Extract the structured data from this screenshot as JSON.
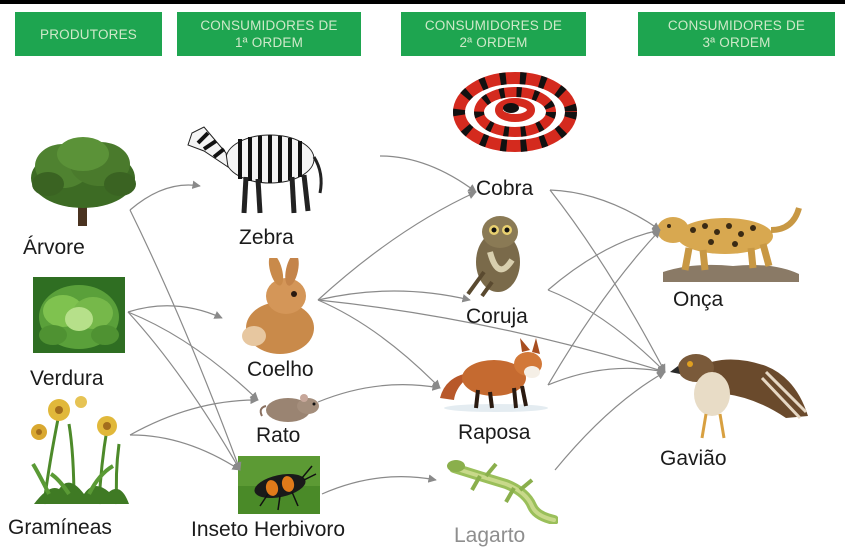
{
  "headers": {
    "produtores": "PRODUTORES",
    "primeira": "CONSUMIDORES DE\n1ª ORDEM",
    "segunda": "CONSUMIDORES DE\n2ª ORDEM",
    "terceira": "CONSUMIDORES DE\n3ª ORDEM"
  },
  "organisms": {
    "arvore": "Árvore",
    "verdura": "Verdura",
    "gramineas": "Gramíneas",
    "zebra": "Zebra",
    "coelho": "Coelho",
    "rato": "Rato",
    "inseto": "Inseto Herbivoro",
    "cobra": "Cobra",
    "coruja": "Coruja",
    "raposa": "Raposa",
    "lagarto": "Lagarto",
    "onca": "Onça",
    "gaviao": "Gavião"
  },
  "icons": {
    "arvore": "tree-icon",
    "verdura": "lettuce-icon",
    "gramineas": "flowering-grass-icon",
    "zebra": "zebra-icon",
    "coelho": "rabbit-icon",
    "rato": "rat-icon",
    "inseto": "beetle-icon",
    "cobra": "coral-snake-icon",
    "coruja": "owl-icon",
    "raposa": "fox-icon",
    "lagarto": "lizard-icon",
    "onca": "jaguar-icon",
    "gaviao": "hawk-icon"
  },
  "colors": {
    "header_bg": "#1ea550",
    "header_text": "#cfe9c9",
    "arrow": "#8a8a8a"
  },
  "edges": [
    [
      "arvore",
      "zebra"
    ],
    [
      "arvore",
      "inseto"
    ],
    [
      "verdura",
      "coelho"
    ],
    [
      "verdura",
      "rato"
    ],
    [
      "verdura",
      "inseto"
    ],
    [
      "gramineas",
      "rato"
    ],
    [
      "gramineas",
      "inseto"
    ],
    [
      "zebra",
      "cobra"
    ],
    [
      "coelho",
      "cobra"
    ],
    [
      "coelho",
      "coruja"
    ],
    [
      "coelho",
      "raposa"
    ],
    [
      "coelho",
      "gaviao"
    ],
    [
      "rato",
      "raposa"
    ],
    [
      "inseto",
      "lagarto"
    ],
    [
      "cobra",
      "onca"
    ],
    [
      "cobra",
      "gaviao"
    ],
    [
      "coruja",
      "onca"
    ],
    [
      "coruja",
      "gaviao"
    ],
    [
      "raposa",
      "onca"
    ],
    [
      "raposa",
      "gaviao"
    ],
    [
      "lagarto",
      "gaviao"
    ]
  ]
}
